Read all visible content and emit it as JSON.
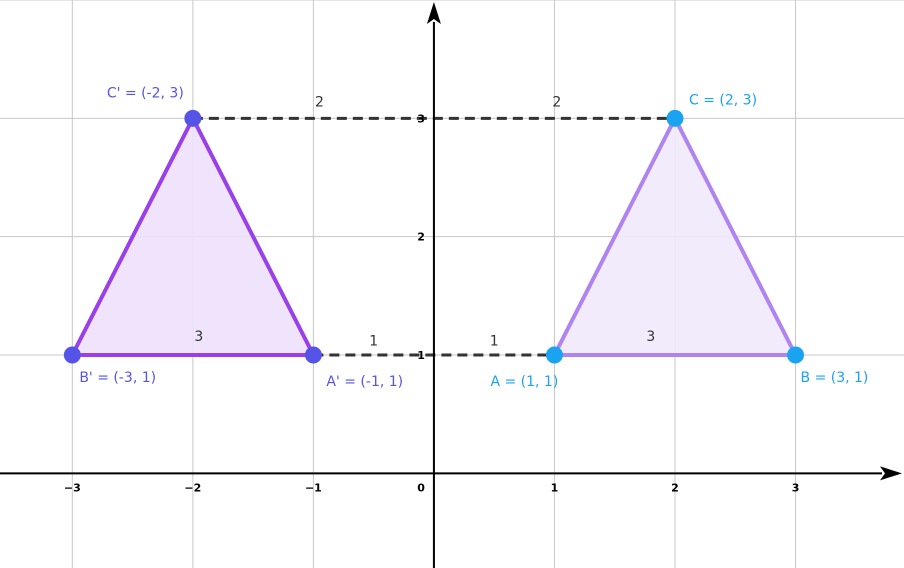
{
  "colors": {
    "grid": "#c8c8c8",
    "axis": "#000000",
    "dashed": "#333333",
    "original_edge": "#b084f0",
    "original_fill": "#efe9fc",
    "original_point": "#1aa3f0",
    "original_label": "#1aa3f0",
    "image_edge": "#9a40ea",
    "image_fill": "#ede1fb",
    "image_point": "#5654e6",
    "image_label": "#5654e6"
  },
  "axes": {
    "x_range": [
      -3.6,
      3.9
    ],
    "y_range": [
      -0.8,
      4
    ],
    "x_ticks": [
      -3,
      -2,
      -1,
      1,
      2,
      3
    ],
    "y_ticks": [
      1,
      2,
      3
    ],
    "x_tick_labels": [
      "−3",
      "−2",
      "−1",
      "1",
      "2",
      "3"
    ],
    "y_tick_labels": [
      "1",
      "2",
      "3"
    ],
    "origin_label": "0",
    "grid": true
  },
  "points": {
    "A": {
      "x": 1,
      "y": 1,
      "label": "A = (1, 1)"
    },
    "B": {
      "x": 3,
      "y": 1,
      "label": "B = (3, 1)"
    },
    "C": {
      "x": 2,
      "y": 3,
      "label": "C = (2, 3)"
    },
    "A1": {
      "x": -1,
      "y": 1,
      "label": "A' = (-1, 1)"
    },
    "B1": {
      "x": -3,
      "y": 1,
      "label": "B' = (-3, 1)"
    },
    "C1": {
      "x": -2,
      "y": 3,
      "label": "C' = (-2, 3)"
    }
  },
  "triangles": {
    "original": [
      "A",
      "B",
      "C"
    ],
    "image": [
      "A1",
      "B1",
      "C1"
    ]
  },
  "dashed_segments": [
    {
      "from": "C1",
      "to": "C"
    },
    {
      "from": "A1",
      "to": "A"
    }
  ],
  "lengths": [
    {
      "value": "2",
      "x": -0.95,
      "y": 3.1
    },
    {
      "value": "2",
      "x": 1.02,
      "y": 3.1
    },
    {
      "value": "1",
      "x": -0.5,
      "y": 1.08
    },
    {
      "value": "1",
      "x": 0.5,
      "y": 1.08
    },
    {
      "value": "3",
      "x": -1.95,
      "y": 1.12
    },
    {
      "value": "3",
      "x": 1.8,
      "y": 1.12
    }
  ]
}
